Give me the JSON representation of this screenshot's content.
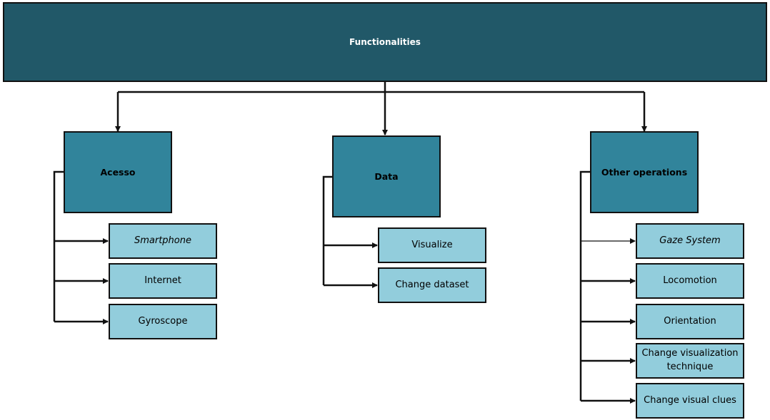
{
  "diagram": {
    "root": {
      "label": "Functionalities"
    },
    "groups": [
      {
        "label": "Acesso",
        "items": [
          "Smartphone",
          "Internet",
          "Gyroscope"
        ]
      },
      {
        "label": "Data",
        "items": [
          "Visualize",
          "Change dataset"
        ]
      },
      {
        "label": "Other operations",
        "items": [
          "Gaze System",
          "Locomotion",
          "Orientation",
          "Change visualization technique",
          "Change visual clues"
        ]
      }
    ],
    "colors": {
      "root_fill": "#215868",
      "group_fill": "#31849b",
      "item_fill": "#92cddc",
      "stroke": "#111111"
    }
  }
}
